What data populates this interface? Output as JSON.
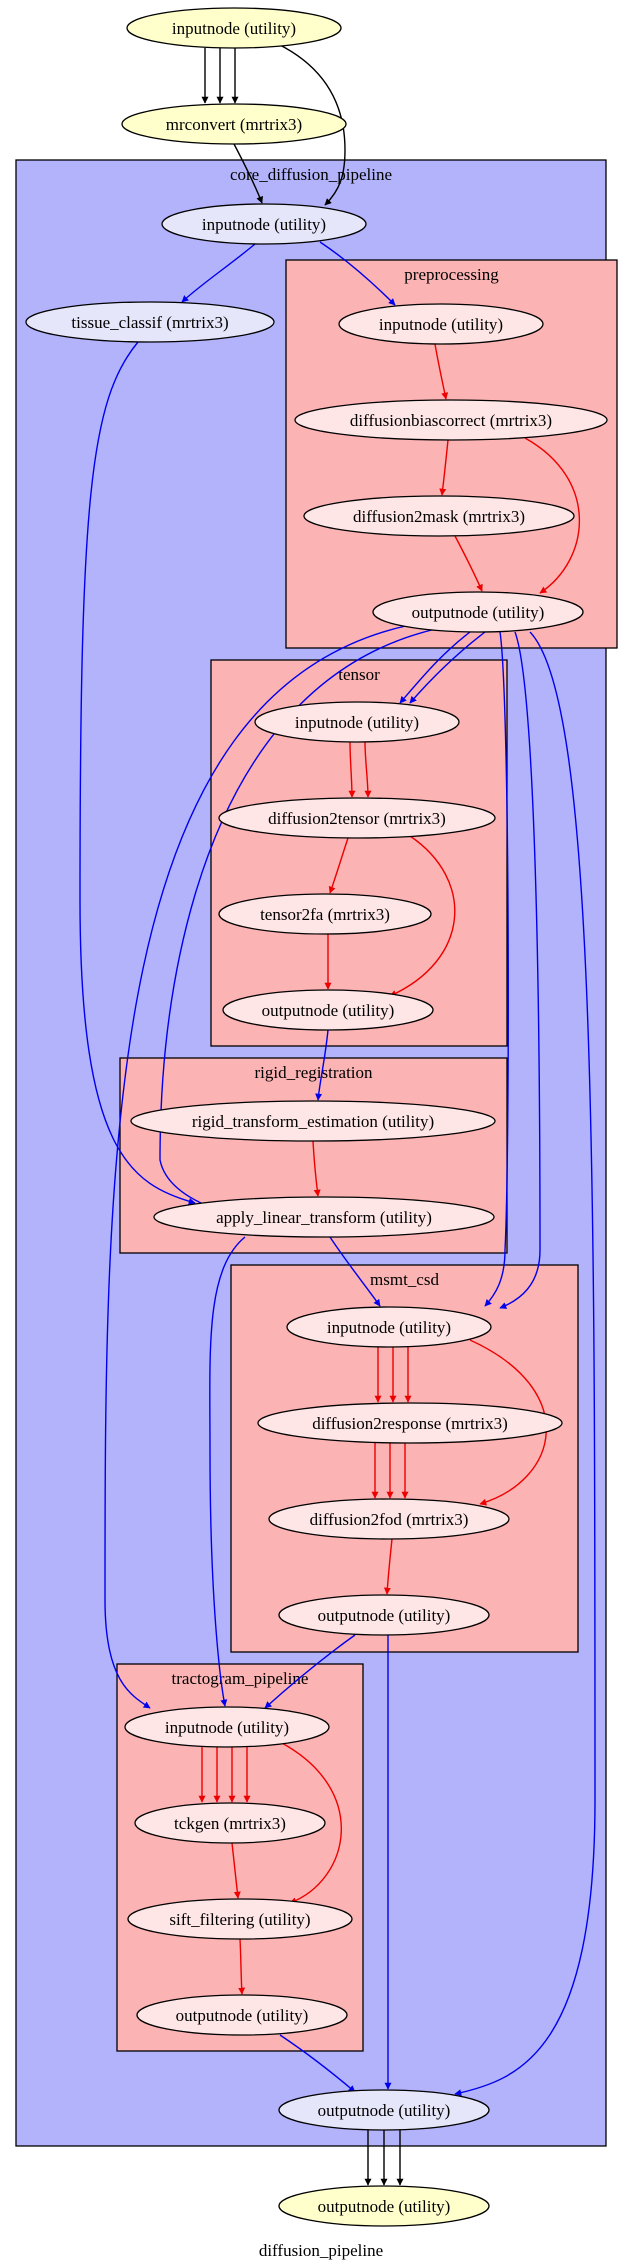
{
  "graph": {
    "label": "diffusion_pipeline",
    "colors": {
      "background": "#ffffff",
      "outer_cluster_fill": "#b3b3fb",
      "inner_cluster_fill": "#fbb3b3",
      "top_node_fill": "#ffffcc",
      "core_node_fill": "#e6e6fa",
      "inner_node_fill": "#ffe6e6",
      "edge_black": "#000000",
      "edge_blue": "#0000ee",
      "edge_red": "#ee0000"
    },
    "clusters": [
      {
        "id": "core",
        "label": "core_diffusion_pipeline",
        "level": "outer"
      },
      {
        "id": "preproc",
        "label": "preprocessing",
        "level": "inner"
      },
      {
        "id": "tensor",
        "label": "tensor",
        "level": "inner"
      },
      {
        "id": "rigid",
        "label": "rigid_registration",
        "level": "inner"
      },
      {
        "id": "msmt",
        "label": "msmt_csd",
        "level": "inner"
      },
      {
        "id": "tract",
        "label": "tractogram_pipeline",
        "level": "inner"
      }
    ],
    "nodes": [
      {
        "id": "top_in",
        "label": "inputnode (utility)",
        "group": "top"
      },
      {
        "id": "mrconvert",
        "label": "mrconvert (mrtrix3)",
        "group": "top"
      },
      {
        "id": "core_in",
        "label": "inputnode (utility)",
        "group": "core"
      },
      {
        "id": "tissue",
        "label": "tissue_classif (mrtrix3)",
        "group": "core"
      },
      {
        "id": "pre_in",
        "label": "inputnode (utility)",
        "group": "inner"
      },
      {
        "id": "biascorr",
        "label": "diffusionbiascorrect (mrtrix3)",
        "group": "inner"
      },
      {
        "id": "d2mask",
        "label": "diffusion2mask (mrtrix3)",
        "group": "inner"
      },
      {
        "id": "pre_out",
        "label": "outputnode (utility)",
        "group": "inner"
      },
      {
        "id": "ten_in",
        "label": "inputnode (utility)",
        "group": "inner"
      },
      {
        "id": "d2tensor",
        "label": "diffusion2tensor (mrtrix3)",
        "group": "inner"
      },
      {
        "id": "t2fa",
        "label": "tensor2fa (mrtrix3)",
        "group": "inner"
      },
      {
        "id": "ten_out",
        "label": "outputnode (utility)",
        "group": "inner"
      },
      {
        "id": "rigid_est",
        "label": "rigid_transform_estimation (utility)",
        "group": "inner"
      },
      {
        "id": "apply_lin",
        "label": "apply_linear_transform (utility)",
        "group": "inner"
      },
      {
        "id": "msmt_in",
        "label": "inputnode (utility)",
        "group": "inner"
      },
      {
        "id": "d2resp",
        "label": "diffusion2response (mrtrix3)",
        "group": "inner"
      },
      {
        "id": "d2fod",
        "label": "diffusion2fod (mrtrix3)",
        "group": "inner"
      },
      {
        "id": "msmt_out",
        "label": "outputnode (utility)",
        "group": "inner"
      },
      {
        "id": "tr_in",
        "label": "inputnode (utility)",
        "group": "inner"
      },
      {
        "id": "tckgen",
        "label": "tckgen (mrtrix3)",
        "group": "inner"
      },
      {
        "id": "sift",
        "label": "sift_filtering (utility)",
        "group": "inner"
      },
      {
        "id": "tr_out",
        "label": "outputnode (utility)",
        "group": "inner"
      },
      {
        "id": "core_out",
        "label": "outputnode (utility)",
        "group": "core"
      },
      {
        "id": "final_out",
        "label": "outputnode (utility)",
        "group": "top"
      }
    ],
    "edges": [
      {
        "from": "top_in",
        "to": "mrconvert",
        "color": "black",
        "count": 3
      },
      {
        "from": "top_in",
        "to": "core_in",
        "color": "black",
        "count": 1
      },
      {
        "from": "mrconvert",
        "to": "core_in",
        "color": "black",
        "count": 1
      },
      {
        "from": "core_in",
        "to": "tissue",
        "color": "blue",
        "count": 1
      },
      {
        "from": "core_in",
        "to": "pre_in",
        "color": "blue",
        "count": 1
      },
      {
        "from": "pre_in",
        "to": "biascorr",
        "color": "red",
        "count": 1
      },
      {
        "from": "biascorr",
        "to": "d2mask",
        "color": "red",
        "count": 1
      },
      {
        "from": "biascorr",
        "to": "pre_out",
        "color": "red",
        "count": 1
      },
      {
        "from": "d2mask",
        "to": "pre_out",
        "color": "red",
        "count": 1
      },
      {
        "from": "pre_out",
        "to": "ten_in",
        "color": "blue",
        "count": 2
      },
      {
        "from": "pre_out",
        "to": "apply_lin",
        "color": "blue",
        "count": 1
      },
      {
        "from": "pre_out",
        "to": "msmt_in",
        "color": "blue",
        "count": 2
      },
      {
        "from": "pre_out",
        "to": "tr_in",
        "color": "blue",
        "count": 1
      },
      {
        "from": "pre_out",
        "to": "core_out",
        "color": "blue",
        "count": 1
      },
      {
        "from": "tissue",
        "to": "apply_lin",
        "color": "blue",
        "count": 1
      },
      {
        "from": "ten_in",
        "to": "d2tensor",
        "color": "red",
        "count": 2
      },
      {
        "from": "d2tensor",
        "to": "t2fa",
        "color": "red",
        "count": 1
      },
      {
        "from": "d2tensor",
        "to": "ten_out",
        "color": "red",
        "count": 1
      },
      {
        "from": "t2fa",
        "to": "ten_out",
        "color": "red",
        "count": 1
      },
      {
        "from": "ten_out",
        "to": "rigid_est",
        "color": "blue",
        "count": 1
      },
      {
        "from": "rigid_est",
        "to": "apply_lin",
        "color": "red",
        "count": 1
      },
      {
        "from": "apply_lin",
        "to": "msmt_in",
        "color": "blue",
        "count": 1
      },
      {
        "from": "apply_lin",
        "to": "tr_in",
        "color": "blue",
        "count": 1
      },
      {
        "from": "msmt_in",
        "to": "d2resp",
        "color": "red",
        "count": 3
      },
      {
        "from": "msmt_in",
        "to": "d2fod",
        "color": "red",
        "count": 1
      },
      {
        "from": "d2resp",
        "to": "d2fod",
        "color": "red",
        "count": 3
      },
      {
        "from": "d2fod",
        "to": "msmt_out",
        "color": "red",
        "count": 1
      },
      {
        "from": "msmt_out",
        "to": "tr_in",
        "color": "blue",
        "count": 1
      },
      {
        "from": "msmt_out",
        "to": "core_out",
        "color": "blue",
        "count": 1
      },
      {
        "from": "tr_in",
        "to": "tckgen",
        "color": "red",
        "count": 4
      },
      {
        "from": "tr_in",
        "to": "sift",
        "color": "red",
        "count": 1
      },
      {
        "from": "tckgen",
        "to": "sift",
        "color": "red",
        "count": 1
      },
      {
        "from": "sift",
        "to": "tr_out",
        "color": "red",
        "count": 1
      },
      {
        "from": "tr_out",
        "to": "core_out",
        "color": "blue",
        "count": 1
      },
      {
        "from": "core_out",
        "to": "final_out",
        "color": "black",
        "count": 3
      }
    ]
  }
}
